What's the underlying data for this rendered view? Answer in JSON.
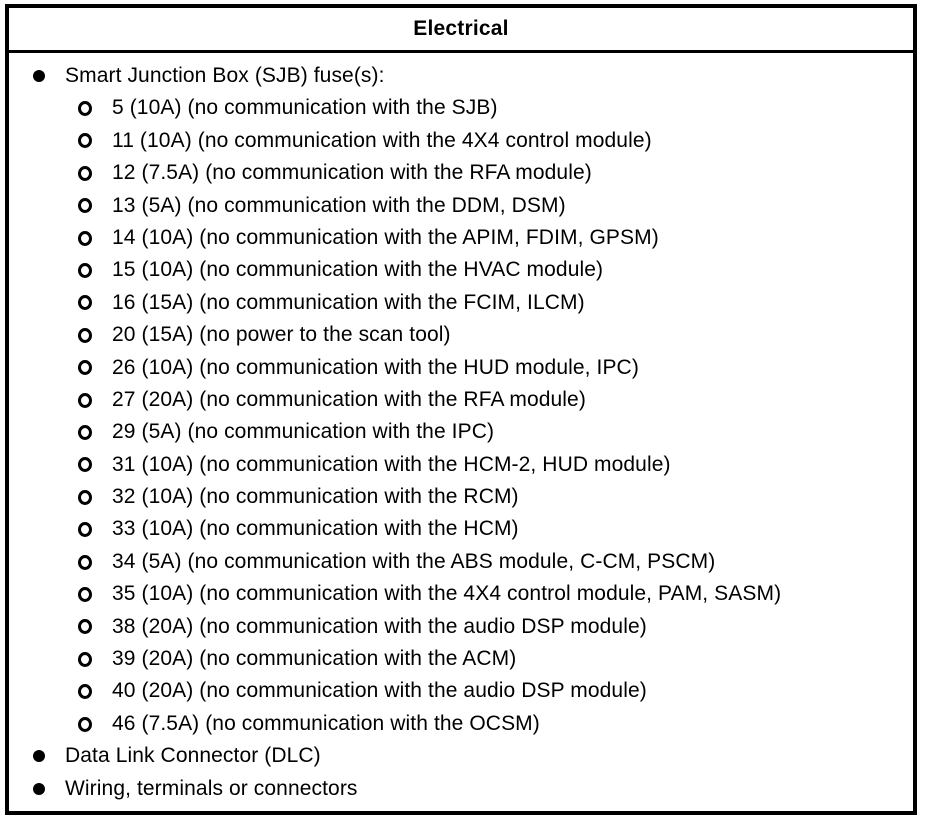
{
  "header": {
    "title": "Electrical"
  },
  "colors": {
    "border": "#000000",
    "text": "#000000",
    "background": "#ffffff"
  },
  "list": {
    "items": [
      {
        "level": 1,
        "bullet": "disc-bullet-icon",
        "text": "Smart Junction Box (SJB) fuse(s):"
      },
      {
        "level": 2,
        "bullet": "circle-bullet-icon",
        "text": "5 (10A) (no communication with the SJB)"
      },
      {
        "level": 2,
        "bullet": "circle-bullet-icon",
        "text": "11 (10A) (no communication with the 4X4 control module)"
      },
      {
        "level": 2,
        "bullet": "circle-bullet-icon",
        "text": "12 (7.5A) (no communication with the RFA module)"
      },
      {
        "level": 2,
        "bullet": "circle-bullet-icon",
        "text": "13 (5A) (no communication with the DDM, DSM)"
      },
      {
        "level": 2,
        "bullet": "circle-bullet-icon",
        "text": "14 (10A) (no communication with the APIM, FDIM, GPSM)"
      },
      {
        "level": 2,
        "bullet": "circle-bullet-icon",
        "text": "15 (10A) (no communication with the HVAC module)"
      },
      {
        "level": 2,
        "bullet": "circle-bullet-icon",
        "text": "16 (15A) (no communication with the FCIM, ILCM)"
      },
      {
        "level": 2,
        "bullet": "circle-bullet-icon",
        "text": "20 (15A) (no power to the scan tool)"
      },
      {
        "level": 2,
        "bullet": "circle-bullet-icon",
        "text": "26 (10A) (no communication with the HUD module, IPC)"
      },
      {
        "level": 2,
        "bullet": "circle-bullet-icon",
        "text": "27 (20A) (no communication with the RFA module)"
      },
      {
        "level": 2,
        "bullet": "circle-bullet-icon",
        "text": "29 (5A) (no communication with the IPC)"
      },
      {
        "level": 2,
        "bullet": "circle-bullet-icon",
        "text": "31 (10A) (no communication with the HCM-2, HUD module)"
      },
      {
        "level": 2,
        "bullet": "circle-bullet-icon",
        "text": "32 (10A) (no communication with the RCM)"
      },
      {
        "level": 2,
        "bullet": "circle-bullet-icon",
        "text": "33 (10A) (no communication with the HCM)"
      },
      {
        "level": 2,
        "bullet": "circle-bullet-icon",
        "text": "34 (5A) (no communication with the ABS module, C-CM, PSCM)"
      },
      {
        "level": 2,
        "bullet": "circle-bullet-icon",
        "text": "35 (10A) (no communication with the 4X4 control module, PAM, SASM)"
      },
      {
        "level": 2,
        "bullet": "circle-bullet-icon",
        "text": "38 (20A) (no communication with the audio DSP module)"
      },
      {
        "level": 2,
        "bullet": "circle-bullet-icon",
        "text": "39 (20A) (no communication with the ACM)"
      },
      {
        "level": 2,
        "bullet": "circle-bullet-icon",
        "text": "40 (20A) (no communication with the audio DSP module)"
      },
      {
        "level": 2,
        "bullet": "circle-bullet-icon",
        "text": "46 (7.5A) (no communication with the OCSM)"
      },
      {
        "level": 1,
        "bullet": "disc-bullet-icon",
        "text": "Data Link Connector (DLC)"
      },
      {
        "level": 1,
        "bullet": "disc-bullet-icon",
        "text": "Wiring, terminals or connectors"
      }
    ]
  }
}
